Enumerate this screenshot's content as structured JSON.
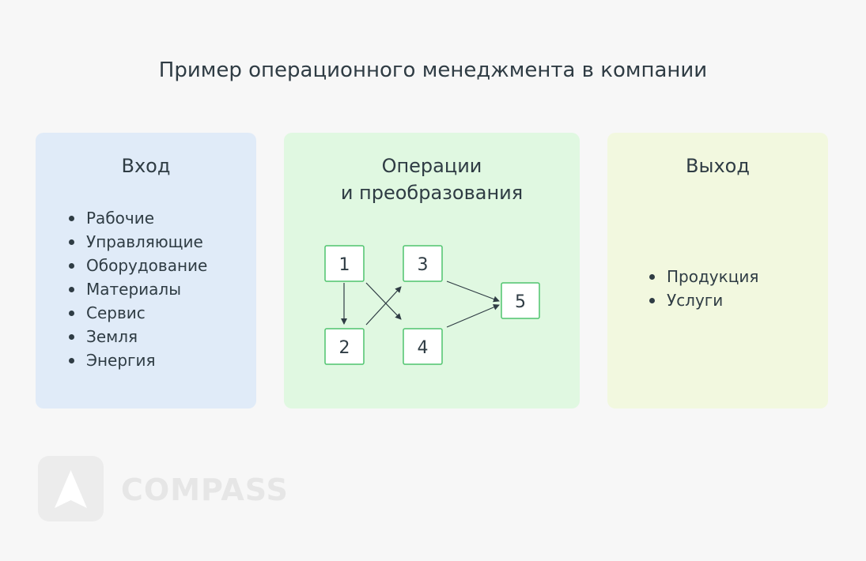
{
  "title": "Пример операционного менеджмента в компании",
  "input": {
    "title": "Вход",
    "items": [
      "Рабочие",
      "Управляющие",
      "Оборудование",
      "Материалы",
      "Сервис",
      "Земля",
      "Энергия"
    ]
  },
  "operations": {
    "title_line1": "Операции",
    "title_line2": "и преобразования",
    "nodes": [
      "1",
      "2",
      "3",
      "4",
      "5"
    ]
  },
  "output": {
    "title": "Выход",
    "items": [
      "Продукция",
      "Услуги"
    ]
  },
  "brand": {
    "name": "COMPASS"
  },
  "colors": {
    "node_border": "#4fc46e",
    "input_bg": "#e0ebf8",
    "ops_bg": "#e0f8e1",
    "output_bg": "#f2f8df"
  }
}
